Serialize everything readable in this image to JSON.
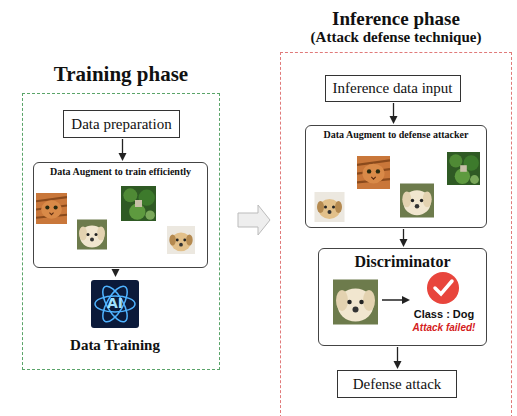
{
  "diagram": {
    "nodes": [
      {
        "text": [
          "Training phase"
        ]
      },
      {
        "text": [
          "Data preparation"
        ],
        "in": 0
      },
      {
        "text": [
          "Data Augment to train efficiently"
        ],
        "in": 0
      },
      {
        "text": [
          "Data Training"
        ],
        "in": 0
      },
      {
        "text": [
          "Inference phase",
          "(Attack defense technique)"
        ]
      },
      {
        "text": [
          "Inference data input"
        ],
        "in": 4
      },
      {
        "text": [
          "Data Augment to defense attacker"
        ],
        "in": 4
      },
      {
        "text": [
          "Discriminator",
          "Class : Dog",
          "Attack failed!"
        ],
        "in": 4
      },
      {
        "text": [
          "Defense attack"
        ],
        "in": 4
      }
    ],
    "edges": [
      {
        "from": 0,
        "to": 4,
        "arrow": "to"
      },
      {
        "from": 1,
        "to": 2,
        "arrow": "to"
      },
      {
        "from": 2,
        "to": 3,
        "arrow": "to"
      },
      {
        "from": 5,
        "to": 6,
        "arrow": "to"
      },
      {
        "from": 6,
        "to": 7,
        "arrow": "to"
      },
      {
        "from": 7,
        "to": 8,
        "arrow": "to"
      }
    ],
    "labels": [
      "AI"
    ]
  }
}
